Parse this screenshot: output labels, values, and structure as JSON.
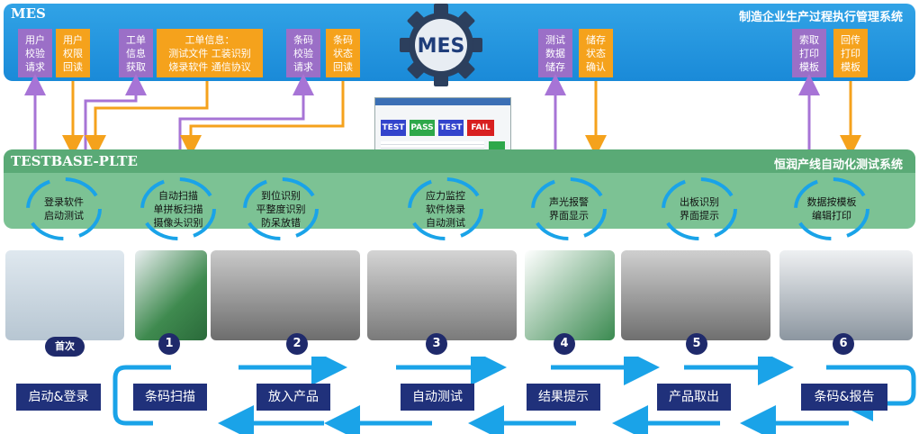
{
  "mes": {
    "label": "MES",
    "subtitle": "制造企业生产过程执行管理系统",
    "logo_text": "MES",
    "boxes": [
      {
        "text": "用户\n校验\n请求",
        "color": "purple"
      },
      {
        "text": "用户\n权限\n回读",
        "color": "orange"
      },
      {
        "text": "工单\n信息\n获取",
        "color": "purple"
      },
      {
        "text": "工单信息：\n测试文件  工装识别\n烧录软件  通信协议",
        "color": "orange"
      },
      {
        "text": "条码\n校验\n请求",
        "color": "purple"
      },
      {
        "text": "条码\n状态\n回读",
        "color": "orange"
      },
      {
        "text": "测试\n数据\n储存",
        "color": "purple"
      },
      {
        "text": "储存\n状态\n确认",
        "color": "orange"
      },
      {
        "text": "索取\n打印\n模板",
        "color": "purple"
      },
      {
        "text": "回传\n打印\n模板",
        "color": "orange"
      }
    ]
  },
  "testbase": {
    "label": "TESTBASE-PLTE",
    "subtitle": "恒润产线自动化测试系统",
    "cycles": [
      "登录软件\n启动测试",
      "自动扫描\n单拼板扫描\n摄像头识别",
      "到位识别\n平整度识别\n防呆放错",
      "应力监控\n软件烧录\n自动测试",
      "声光报警\n界面显示",
      "出板识别\n界面提示",
      "数据按模板\n编辑打印"
    ]
  },
  "screen_tiles": [
    "TEST",
    "PASS",
    "TEST",
    "FAIL"
  ],
  "first_badge": "首次",
  "step_numbers": [
    "1",
    "2",
    "3",
    "4",
    "5",
    "6"
  ],
  "steps": [
    "启动&登录",
    "条码扫描",
    "放入产品",
    "自动测试",
    "结果提示",
    "产品取出",
    "条码&报告"
  ],
  "colors": {
    "mes_blue": "#1a8ad8",
    "purple": "#9b6fc7",
    "orange": "#f5a21c",
    "green": "#7cc294",
    "navy": "#20317b",
    "arrow_blue": "#1aa3e8"
  }
}
